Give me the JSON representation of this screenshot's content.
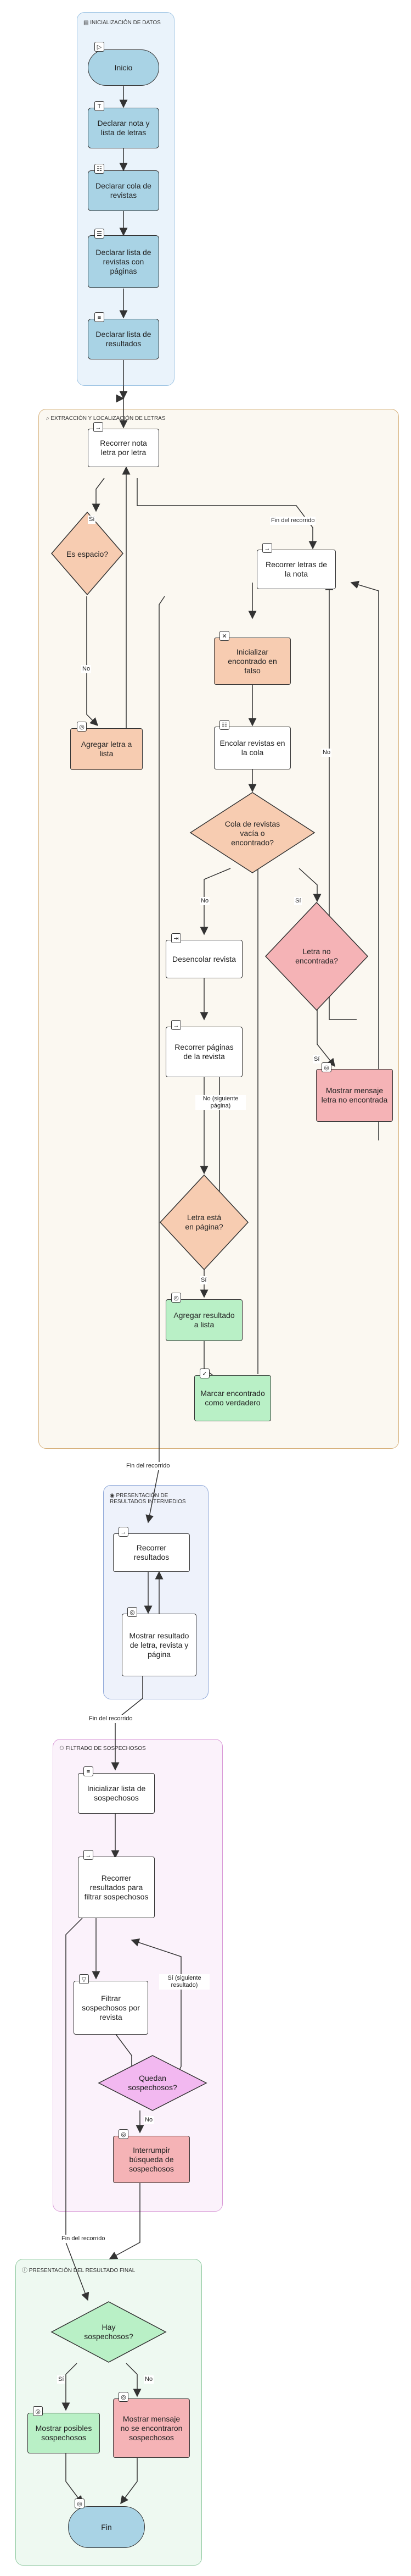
{
  "sections": {
    "init": "INICIALIZACIÓN DE DATOS",
    "extract": "EXTRACCIÓN Y LOCALIZACIÓN DE LETRAS",
    "present_mid": "PRESENTACIÓN DE RESULTADOS INTERMEDIOS",
    "filter": "FILTRADO DE SOSPECHOSOS",
    "present_final": "PRESENTACIÓN DEL RESULTADO FINAL"
  },
  "nodes": {
    "inicio": "Inicio",
    "declarar_nota": "Declarar nota y lista de letras",
    "declarar_cola": "Declarar cola de revistas",
    "declarar_lista_revistas": "Declarar lista de revistas con páginas",
    "declarar_resultados": "Declarar lista de resultados",
    "recorrer_nota": "Recorrer nota letra por letra",
    "es_espacio": "Es espacio?",
    "agregar_letra": "Agregar letra a lista",
    "recorrer_letras": "Recorrer letras de la nota",
    "init_encontrado": "Inicializar encontrado en falso",
    "encolar": "Encolar revistas en la cola",
    "cola_vacia": "Cola de revistas vacía o encontrado?",
    "letra_no_encontrada": "Letra no encontrada?",
    "mostrar_mensaje_letra": "Mostrar mensaje letra no encontrada",
    "desencolar": "Desencolar revista",
    "recorrer_paginas": "Recorrer páginas de la revista",
    "letra_en_pagina": "Letra está en página?",
    "agregar_resultado": "Agregar resultado a lista",
    "marcar_encontrado": "Marcar encontrado como verdadero",
    "recorrer_resultados": "Recorrer resultados",
    "mostrar_resultado": "Mostrar resultado de letra, revista y página",
    "init_sospechosos": "Inicializar lista de sospechosos",
    "recorrer_filtrar": "Recorrer resultados para filtrar sospechosos",
    "filtrar": "Filtrar sospechosos por revista",
    "quedan_sospechosos": "Quedan sospechosos?",
    "interrumpir": "Interrumpir búsqueda de sospechosos",
    "hay_sospechosos": "Hay sospechosos?",
    "mostrar_posibles": "Mostrar posibles sospechosos",
    "mostrar_no_encontraron": "Mostrar mensaje no se encontraron sospechosos",
    "fin": "Fin"
  },
  "edge_labels": {
    "si_espacio": "Sí",
    "no_espacio": "No",
    "fin_recorrido_1": "Fin del recorrido",
    "no_cola": "No",
    "si_cola": "Sí",
    "no_letra": "No",
    "si_letra": "Sí",
    "no_siguiente_pagina": "No (siguiente página)",
    "si_pagina": "Sí",
    "fin_recorrido_2": "Fin del recorrido",
    "fin_recorrido_3": "Fin del recorrido",
    "si_siguiente_resultado": "Sí (siguiente resultado)",
    "no_quedan": "No",
    "fin_recorrido_4": "Fin del recorrido",
    "si_hay": "Sí",
    "no_hay": "No"
  },
  "icons": [
    "play-icon",
    "text-icon",
    "list-icon",
    "arrow-right-icon",
    "x-icon",
    "stop-icon",
    "check-icon",
    "filter-icon",
    "search-icon",
    "user-icon",
    "eye-icon"
  ],
  "colors": {
    "blue": "#a9d3e5",
    "orange": "#f7ccb1",
    "green": "#b9f0c6",
    "red": "#f5b3b6",
    "pink": "#f2b8f0",
    "lane_init": "#eaf3fb",
    "lane_extract": "#fbf8f1",
    "lane_mid": "#eef2fb",
    "lane_filter": "#fbf2fb",
    "lane_final": "#eef9f1"
  }
}
